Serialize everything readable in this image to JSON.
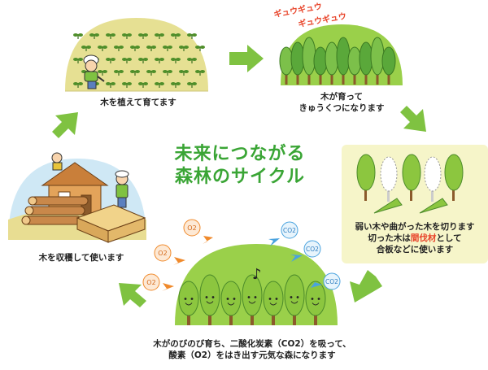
{
  "title": {
    "line1": "未来につながる",
    "line2": "森林のサイクル"
  },
  "sound_effect": {
    "line1": "ギュウギュウ",
    "line2": "ギュウギュウ"
  },
  "chemical_labels": {
    "co2": "CO2",
    "o2": "O2"
  },
  "captions": {
    "planting": "木を植えて育てます",
    "crowded_line1": "木が育って",
    "crowded_line2": "きゅうくつになります",
    "thinning_line1": "弱い木や曲がった木を切ります",
    "thinning_line2_before": "切った木は",
    "thinning_line2_highlight": "間伐材",
    "thinning_line2_after": "として",
    "thinning_line3": "合板などに使います",
    "healthy_line1": "木がのびのび育ち、二酸化炭素（CO2）を吸って、",
    "healthy_line2": "酸素（O2）をはき出す元気な森になります",
    "harvest": "木を収穫して使います"
  },
  "colors": {
    "arrow_green": "#7fc241",
    "title_green": "#3aa535",
    "highlight_red": "#e8442a",
    "co2_blue": "#4aa3df",
    "o2_orange": "#f08a2c",
    "panel_yellow": "#f6f5c9"
  }
}
